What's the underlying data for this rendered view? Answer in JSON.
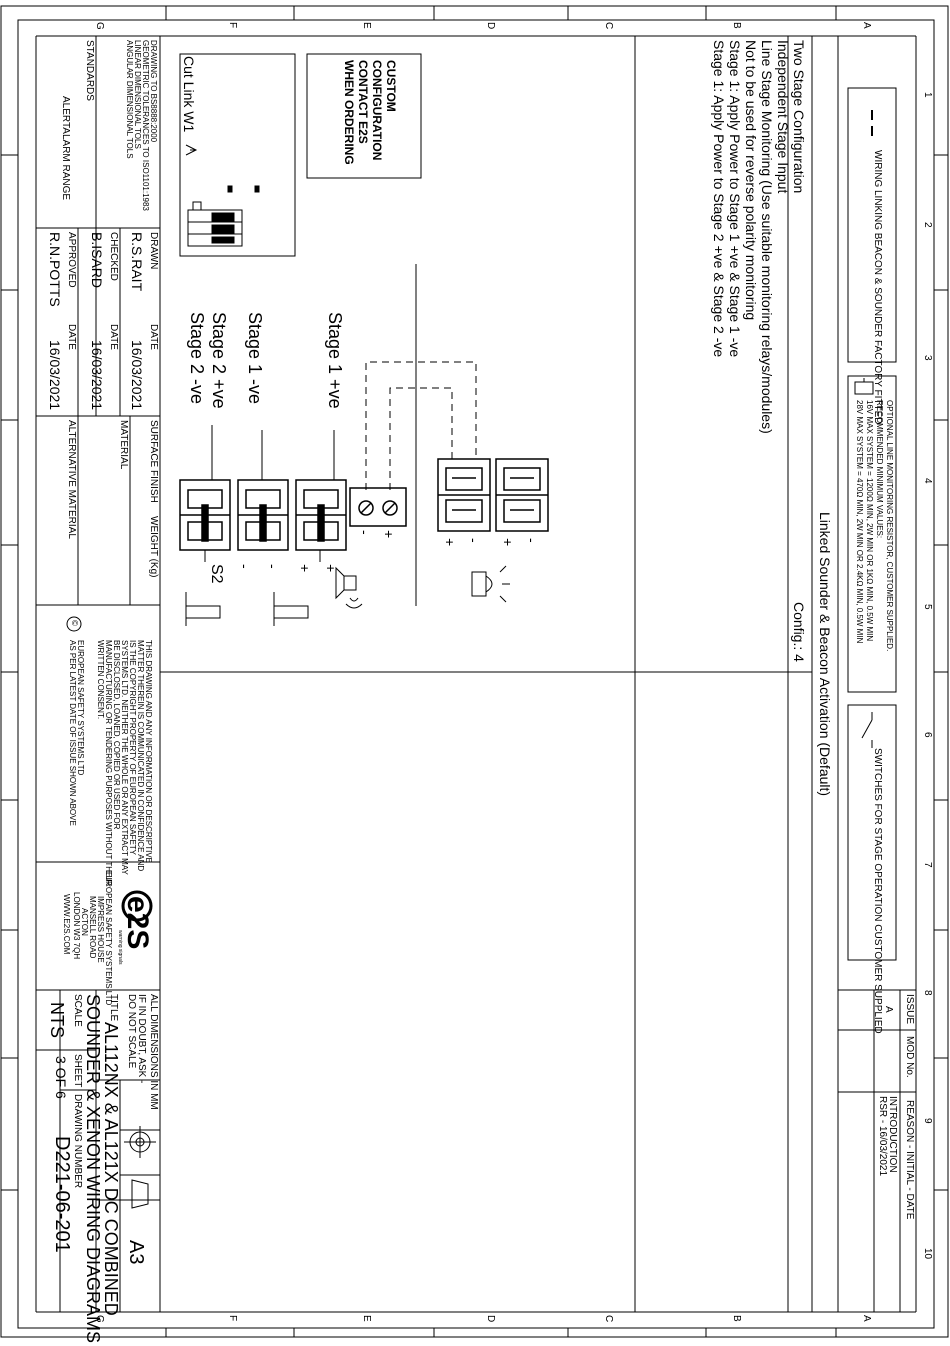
{
  "frame": {
    "col_letters": [
      "A",
      "B",
      "C",
      "D",
      "E",
      "F",
      "G"
    ],
    "row_numbers": [
      "1",
      "2",
      "3",
      "4",
      "5",
      "6",
      "7",
      "8",
      "9",
      "10"
    ]
  },
  "legend": {
    "wiring_link": "WIRING LINKING BEACON & SOUNDER FACTORY FITTED",
    "resistor_lines": [
      "OPTIONAL LINE MONITORING RESISTOR, CUSTOMER SUPPLIED.",
      "RECOMMENDED MINIMUM VALUES:",
      "16V MAX SYSTEM = 1200Ω MIN, 2W MIN OR 1KΩ MIN, 0.5W MIN",
      "28V MAX SYSTEM = 470Ω MIN, 2W MIN OR 2.4KΩ MIN, 0.5W MIN"
    ],
    "switches": "SWITCHES FOR STAGE OPERATION CUSTOMER SUPPLIED"
  },
  "revision": {
    "headers": [
      "ISSUE",
      "MOD No.",
      "REASON - INITIAL - DATE"
    ],
    "issue": "A",
    "reason": "INTRODUCTION",
    "initial_date": "RSR - 16/03/2021"
  },
  "diagram": {
    "heading": "Linked Sounder & Beacon Activation (Default)",
    "notes": [
      "Two Stage Configuration",
      "Independent Stage Input",
      "Line Stage Monitoring (Use suitable monitoring relays/modules)",
      "Not to be used for reverse polarity monitoring",
      "Stage 1: Apply Power to Stage 1 +ve & Stage 1 -ve",
      "Stage 1: Apply Power to Stage 2 +ve & Stage 2 -ve"
    ],
    "config": "Config.: 4",
    "custom_lines": [
      "CUSTOM",
      "CONFIGURATION",
      "CONTACT E2S",
      "WHEN ORDERING"
    ],
    "cut_link": "Cut Link W1",
    "stage_labels": {
      "s1_pos": "Stage 1 +ve",
      "s1_neg": "Stage 1 -ve",
      "s2_pos": "Stage 2 +ve",
      "s2_neg": "Stage 2 -ve"
    },
    "s2": "S2",
    "plus": "+",
    "minus": "-"
  },
  "title_block": {
    "standards_lines": [
      "DRAWING TO BS8888:2000",
      "GEOMETRIC TOLERANCES TO ISO1101:1983",
      "LINEAR DIMENSIONAL TOLS",
      "ANGULAR DIMENSIONAL TOLS"
    ],
    "standards": "STANDARDS",
    "alertalarm": "ALERTALARM RANGE",
    "drawn_label": "DRAWN",
    "drawn_by": "R.S.RAIT",
    "checked_label": "CHECKED",
    "checked_by": "B.ISARD",
    "approved_label": "APPROVED",
    "approved_by": "R.N.POTTS",
    "date_label": "DATE",
    "drawn_date": "16/03/2021",
    "checked_date": "16/03/2021",
    "approved_date": "16/03/2021",
    "surface_finish": "SURFACE FINISH",
    "weight": "WEIGHT (Kg)",
    "material": "MATERIAL",
    "alt_material": "ALTERNATIVE MATERIAL",
    "copyright_lines": [
      "THIS DRAWING AND ANY INFORMATION OR DESCRIPTIVE",
      "MATTER THEREIN IS COMMUNICATED IN CONFIDENCE AND",
      "IS THE COPYRIGHT PROPERTY OF EUROPEAN SAFETY",
      "SYSTEMS LTD. NEITHER THE WHOLE OR ANY EXTRACT MAY",
      "BE DISCLOSED, LOANED, COPIED OR USED FOR",
      "MANUFACTURING OR TENDERING PURPOSES WITHOUT THEIR",
      "WRITTEN CONSENT."
    ],
    "copyright_foot": [
      "EUROPEAN SAFETY SYSTEMS LTD",
      "AS PER LATEST DATE OF ISSUE SHOWN ABOVE"
    ],
    "copyright_symbol": "©",
    "logo": "e2S",
    "logo_tag": "warning signals",
    "address_lines": [
      "EUROPEAN SAFETY SYSTEMS LTD",
      "IMPRESS HOUSE",
      "MANSELL ROAD",
      "ACTON",
      "LONDON W3 7QH",
      "WWW.E2S.COM"
    ],
    "dims": "ALL DIMENSIONS IN MM",
    "doubt_1": "IF IN DOUBT, ASK -",
    "doubt_2": "DO NOT SCALE",
    "title_label": "TITLE",
    "title_1": "AL112NX & AL121X DC COMBINED",
    "title_2": "SOUNDER & XENON WIRING DIAGRAMS",
    "size": "A3",
    "scale_label": "SCALE",
    "scale": "NTS",
    "sheet_label": "SHEET",
    "sheet": "3 OF 6",
    "drawing_number_label": "DRAWING NUMBER",
    "drawing_number": "D221-06-201"
  }
}
